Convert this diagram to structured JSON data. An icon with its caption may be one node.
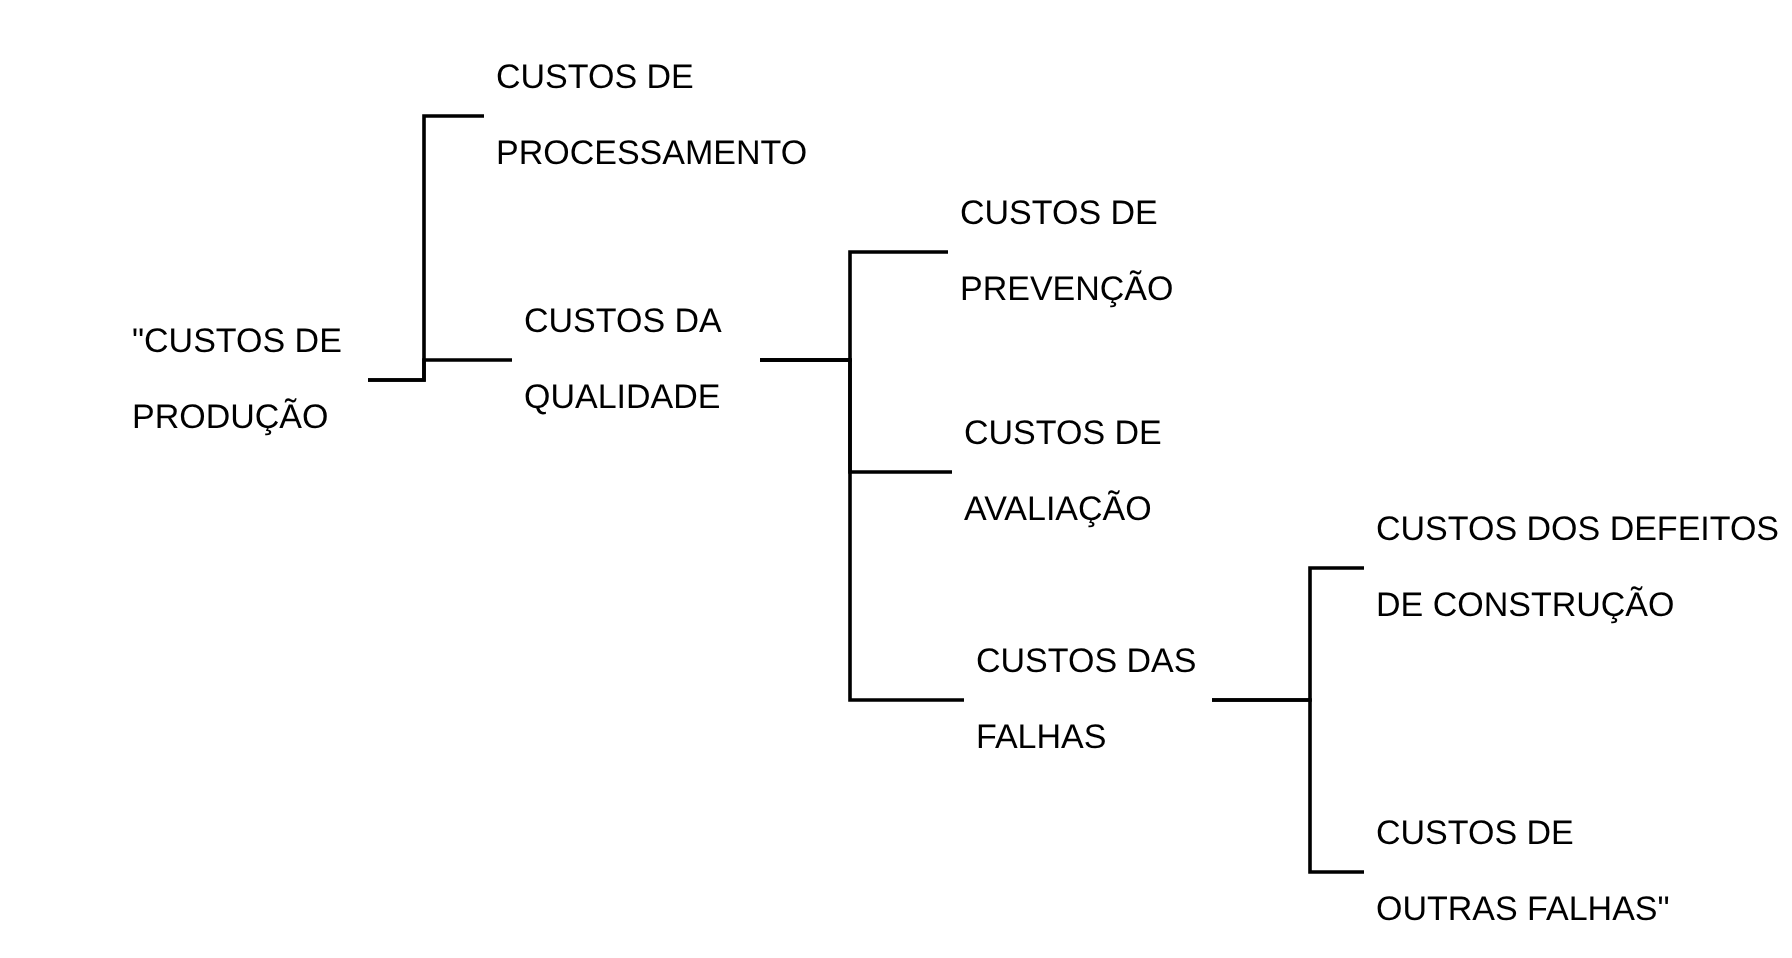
{
  "diagram": {
    "nodes": [
      {
        "text": [
          "\"CUSTOS DE PRODUÇÃO"
        ]
      },
      {
        "text": [
          "CUSTOS DE PROCESSAMENTO"
        ]
      },
      {
        "text": [
          "CUSTOS DA QUALIDADE"
        ]
      },
      {
        "text": [
          "CUSTOS DE PREVENÇÃO"
        ]
      },
      {
        "text": [
          "CUSTOS DE AVALIAÇÃO"
        ]
      },
      {
        "text": [
          "CUSTOS DAS FALHAS"
        ]
      },
      {
        "text": [
          "CUSTOS DOS DEFEITOS DE CONSTRUÇÃO"
        ]
      },
      {
        "text": [
          "CUSTOS DE OUTRAS FALHAS\""
        ]
      }
    ],
    "edges": [
      {
        "from": 0,
        "to": 1,
        "arrow": "none"
      },
      {
        "from": 0,
        "to": 2,
        "arrow": "none"
      },
      {
        "from": 2,
        "to": 3,
        "arrow": "none"
      },
      {
        "from": 2,
        "to": 4,
        "arrow": "none"
      },
      {
        "from": 2,
        "to": 5,
        "arrow": "none"
      },
      {
        "from": 5,
        "to": 6,
        "arrow": "none"
      },
      {
        "from": 5,
        "to": 7,
        "arrow": "none"
      }
    ]
  }
}
